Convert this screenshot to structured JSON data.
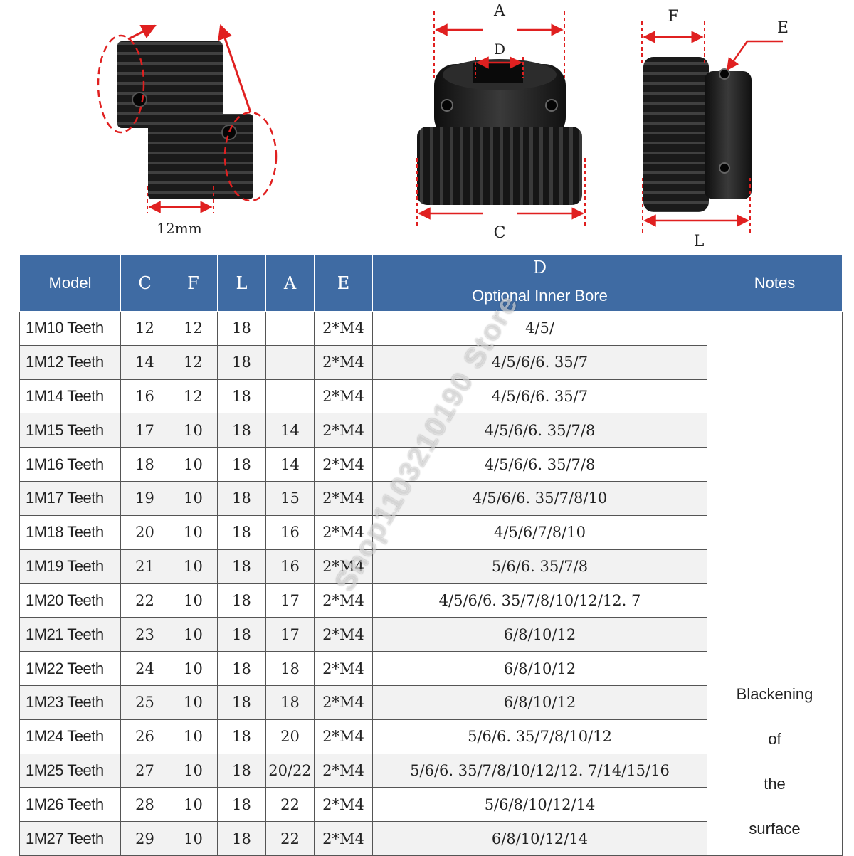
{
  "diagram": {
    "left_gear_label": "12mm",
    "front_labels": {
      "a": "A",
      "d": "D",
      "c": "C"
    },
    "side_labels": {
      "f": "F",
      "e": "E",
      "l": "L"
    }
  },
  "table": {
    "headers": {
      "model": "Model",
      "c": "C",
      "f": "F",
      "l": "L",
      "a": "A",
      "e": "E",
      "d": "D",
      "d_sub": "Optional Inner Bore",
      "notes": "Notes"
    },
    "rows": [
      {
        "model": "1M10 Teeth",
        "c": "12",
        "f": "12",
        "l": "18",
        "a": "",
        "e": "2*M4",
        "d": "4/5/"
      },
      {
        "model": "1M12 Teeth",
        "c": "14",
        "f": "12",
        "l": "18",
        "a": "",
        "e": "2*M4",
        "d": "4/5/6/6. 35/7"
      },
      {
        "model": "1M14 Teeth",
        "c": "16",
        "f": "12",
        "l": "18",
        "a": "",
        "e": "2*M4",
        "d": "4/5/6/6. 35/7"
      },
      {
        "model": "1M15 Teeth",
        "c": "17",
        "f": "10",
        "l": "18",
        "a": "14",
        "e": "2*M4",
        "d": "4/5/6/6. 35/7/8"
      },
      {
        "model": "1M16 Teeth",
        "c": "18",
        "f": "10",
        "l": "18",
        "a": "14",
        "e": "2*M4",
        "d": "4/5/6/6. 35/7/8"
      },
      {
        "model": "1M17 Teeth",
        "c": "19",
        "f": "10",
        "l": "18",
        "a": "15",
        "e": "2*M4",
        "d": "4/5/6/6. 35/7/8/10"
      },
      {
        "model": "1M18 Teeth",
        "c": "20",
        "f": "10",
        "l": "18",
        "a": "16",
        "e": "2*M4",
        "d": "4/5/6/7/8/10"
      },
      {
        "model": "1M19 Teeth",
        "c": "21",
        "f": "10",
        "l": "18",
        "a": "16",
        "e": "2*M4",
        "d": "5/6/6. 35/7/8"
      },
      {
        "model": "1M20 Teeth",
        "c": "22",
        "f": "10",
        "l": "18",
        "a": "17",
        "e": "2*M4",
        "d": "4/5/6/6. 35/7/8/10/12/12. 7"
      },
      {
        "model": "1M21 Teeth",
        "c": "23",
        "f": "10",
        "l": "18",
        "a": "17",
        "e": "2*M4",
        "d": "6/8/10/12"
      },
      {
        "model": "1M22 Teeth",
        "c": "24",
        "f": "10",
        "l": "18",
        "a": "18",
        "e": "2*M4",
        "d": "6/8/10/12"
      },
      {
        "model": "1M23 Teeth",
        "c": "25",
        "f": "10",
        "l": "18",
        "a": "18",
        "e": "2*M4",
        "d": "6/8/10/12"
      },
      {
        "model": "1M24 Teeth",
        "c": "26",
        "f": "10",
        "l": "18",
        "a": "20",
        "e": "2*M4",
        "d": "5/6/6. 35/7/8/10/12"
      },
      {
        "model": "1M25 Teeth",
        "c": "27",
        "f": "10",
        "l": "18",
        "a": "20/22",
        "e": "2*M4",
        "d": "5/6/6. 35/7/8/10/12/12. 7/14/15/16"
      },
      {
        "model": "1M26 Teeth",
        "c": "28",
        "f": "10",
        "l": "18",
        "a": "22",
        "e": "2*M4",
        "d": "5/6/8/10/12/14"
      },
      {
        "model": "1M27 Teeth",
        "c": "29",
        "f": "10",
        "l": "18",
        "a": "22",
        "e": "2*M4",
        "d": "6/8/10/12/14"
      }
    ],
    "notes": [
      "Blackening",
      "of",
      "the",
      "surface"
    ]
  },
  "watermark": "Shop1103210190 Store",
  "colors": {
    "header_bg": "#3f6ba3",
    "dimension_red": "#e02020",
    "gear_black": "#1e1e1e"
  }
}
